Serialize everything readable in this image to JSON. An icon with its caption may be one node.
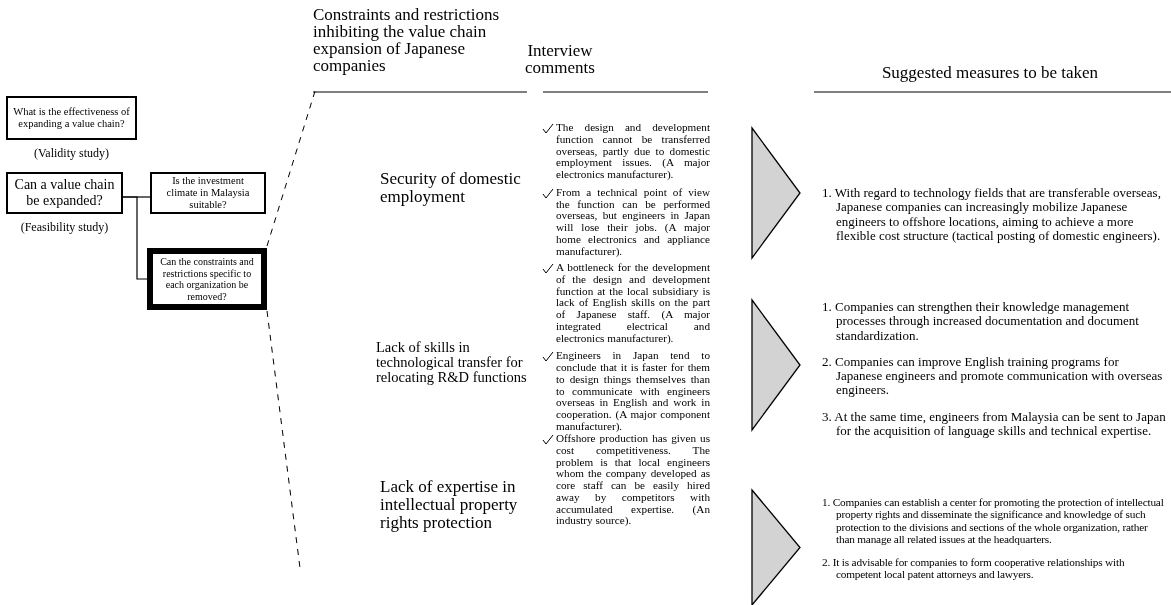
{
  "diagram": {
    "nodes": [
      {
        "text": [
          "What is the effectiveness of expanding a value chain?"
        ],
        "beside": [
          "(Validity study)"
        ]
      },
      {
        "text": [
          "Can a value chain be expanded?"
        ],
        "beside": [
          "(Feasibility study)"
        ]
      },
      {
        "text": [
          "Is the investment climate in Malaysia suitable?"
        ]
      },
      {
        "text": [
          "Can the constraints and restrictions specific to each organization be removed?"
        ]
      },
      {
        "text": [
          "The design and development function cannot be transferred overseas, partly due to domestic employment issues. (A major electronics manufacturer).",
          "From a technical point of view the function can be performed overseas, but engineers in Japan will lose their jobs. (A major home electronics and appliance manufacturer)."
        ]
      },
      {
        "text": [
          "1. With regard to technology fields that are transferable overseas, Japanese companies can increasingly mobilize Japanese engineers to offshore locations, aiming to achieve a more flexible cost structure (tactical posting of domestic engineers)."
        ]
      },
      {
        "text": [
          "A bottleneck for the development of the design and development function at the local subsidiary is lack of English skills on the part of Japanese staff. (A major integrated electrical and electronics manufacturer).",
          "Engineers in Japan tend to conclude that it is faster for them to design things themselves than to communicate with engineers overseas in English and work in cooperation. (A major component manufacturer)."
        ]
      },
      {
        "text": [
          "1. Companies can strengthen their knowledge management processes through increased documentation and document standardization.",
          "2. Companies can improve English training programs for Japanese engineers and promote communication with overseas engineers.",
          "3. At the same time, engineers from Malaysia can be sent to Japan for the acquisition of language skills and technical expertise."
        ]
      },
      {
        "text": [
          "Offshore production has given us cost competitiveness. The problem is that local engineers whom the company developed as core staff can be easily hired away by competitors with accumulated expertise. (An industry source)."
        ]
      },
      {
        "text": [
          "1. Companies can establish a center for promoting the protection of intellectual property rights and disseminate the significance and knowledge of such protection to the divisions and sections of the whole organization, rather than manage all related issues at the headquarters.",
          "2. It is advisable for companies to form cooperative relationships with competent local patent attorneys and lawyers."
        ]
      }
    ],
    "edges": [
      {
        "from": 1,
        "to": 2,
        "arrow": "none"
      },
      {
        "from": 1,
        "to": 3,
        "arrow": "none"
      },
      {
        "from": 4,
        "to": 5,
        "arrow": "to"
      },
      {
        "from": 6,
        "to": 7,
        "arrow": "to"
      },
      {
        "from": 8,
        "to": 9,
        "arrow": "to"
      }
    ],
    "labels": [
      "Constraints and restrictions inhibiting the value chain expansion of Japanese companies",
      "Interview comments",
      "Suggested measures to be taken",
      "Security of domestic employment",
      "Lack of skills in technological transfer for relocating R&D functions",
      "Lack of expertise in intellectual property rights protection"
    ]
  }
}
